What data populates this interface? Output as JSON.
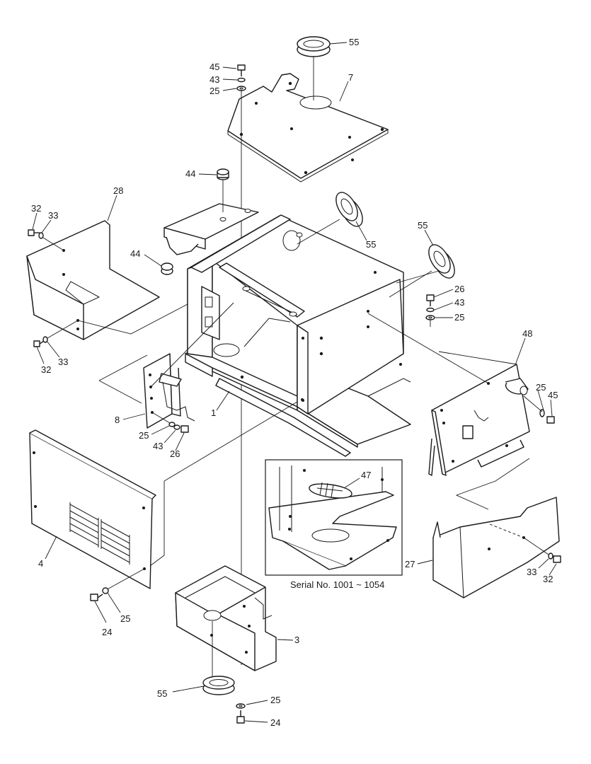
{
  "callouts": {
    "c55a": "55",
    "c7": "7",
    "c45a": "45",
    "c43a": "43",
    "c25a": "25",
    "c44a": "44",
    "c44b": "44",
    "c28": "28",
    "c32a": "32",
    "c33a": "33",
    "c55b": "55",
    "c55c": "55",
    "c26a": "26",
    "c43b": "43",
    "c25b": "25",
    "c33b": "33",
    "c32b": "32",
    "c48": "48",
    "c25c": "25",
    "c45b": "45",
    "c8": "8",
    "c25d": "25",
    "c43c": "43",
    "c26b": "26",
    "c1": "1",
    "c47": "47",
    "c4": "4",
    "c27": "27",
    "c33c": "33",
    "c32c": "32",
    "c24a": "24",
    "c25e": "25",
    "c3": "3",
    "c55d": "55",
    "c25f": "25",
    "c24b": "24"
  },
  "inset": {
    "caption": "Serial No. 1001 ~ 1054"
  }
}
